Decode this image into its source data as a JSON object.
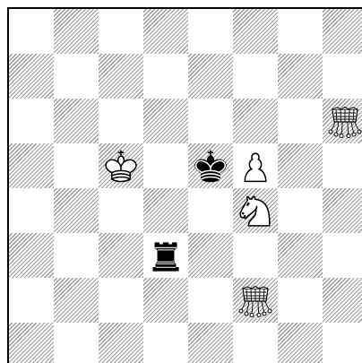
{
  "board": {
    "files": 8,
    "ranks": 8,
    "pieces": [
      {
        "piece": "amazon-bishop-fairy",
        "color": "white",
        "file": 7,
        "rank": 5,
        "icon": "crowned-grasshopper-icon"
      },
      {
        "piece": "king",
        "color": "white",
        "file": 2,
        "rank": 4,
        "icon": "white-king-icon"
      },
      {
        "piece": "king",
        "color": "black",
        "file": 4,
        "rank": 4,
        "icon": "black-king-icon"
      },
      {
        "piece": "pawn",
        "color": "white",
        "file": 5,
        "rank": 4,
        "icon": "white-pawn-icon"
      },
      {
        "piece": "knight",
        "color": "white",
        "file": 5,
        "rank": 3,
        "icon": "white-knight-icon"
      },
      {
        "piece": "rook",
        "color": "black",
        "file": 3,
        "rank": 2,
        "icon": "black-rook-icon"
      },
      {
        "piece": "amazon-bishop-fairy",
        "color": "white",
        "file": 5,
        "rank": 1,
        "icon": "crowned-grasshopper-icon"
      }
    ]
  }
}
